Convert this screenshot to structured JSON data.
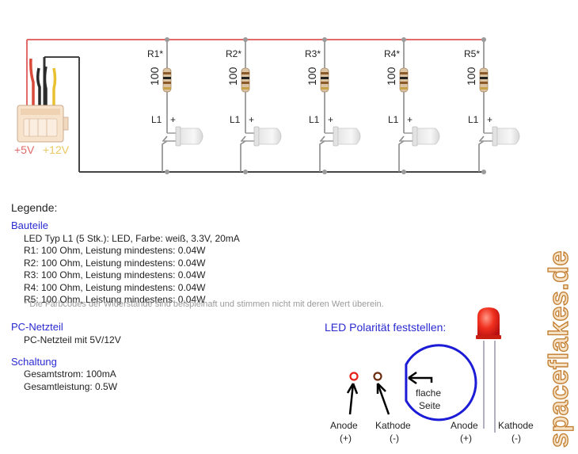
{
  "circuit": {
    "supply_labels": {
      "v5": "+5V",
      "v12": "+12V"
    },
    "stages": [
      {
        "resistor_label": "R1*",
        "resistor_value": "100",
        "led_label": "L1",
        "led_polarity": "+"
      },
      {
        "resistor_label": "R2*",
        "resistor_value": "100",
        "led_label": "L1",
        "led_polarity": "+"
      },
      {
        "resistor_label": "R3*",
        "resistor_value": "100",
        "led_label": "L1",
        "led_polarity": "+"
      },
      {
        "resistor_label": "R4*",
        "resistor_value": "100",
        "led_label": "L1",
        "led_polarity": "+"
      },
      {
        "resistor_label": "R5*",
        "resistor_value": "100",
        "led_label": "L1",
        "led_polarity": "+"
      }
    ],
    "colors": {
      "plus_wire": "#e36a6a",
      "ground_wire": "#444444",
      "v5_label": "#e06a6a",
      "v12_label": "#e8c860"
    }
  },
  "legend": {
    "title": "Legende:",
    "parts": {
      "title": "Bauteile",
      "items": [
        "LED Typ L1 (5 Stk.): LED, Farbe: weiß, 3.3V, 20mA",
        "R1: 100 Ohm, Leistung mindestens: 0.04W",
        "R2: 100 Ohm, Leistung mindestens: 0.04W",
        "R3: 100 Ohm, Leistung mindestens: 0.04W",
        "R4: 100 Ohm, Leistung mindestens: 0.04W",
        "R5: 100 Ohm, Leistung mindestens: 0.04W"
      ],
      "note": "* Die Farbcodes der Widerstände sind beispielhaft und stimmen nicht mit deren Wert überein."
    },
    "psu": {
      "title": "PC-Netzteil",
      "item": "PC-Netzteil mit 5V/12V"
    },
    "circuit": {
      "title": "Schaltung",
      "items": [
        "Gesamtstrom: 100mA",
        "Gesamtleistung: 0.5W"
      ]
    }
  },
  "polarity": {
    "title": "LED Polarität feststellen:",
    "flat_side": [
      "flache",
      "Seite"
    ],
    "anode": "Anode",
    "anode_sign": "(+)",
    "cathode": "Kathode",
    "cathode_sign": "(-)"
  },
  "watermark": {
    "text": "spaceflakes.de"
  }
}
